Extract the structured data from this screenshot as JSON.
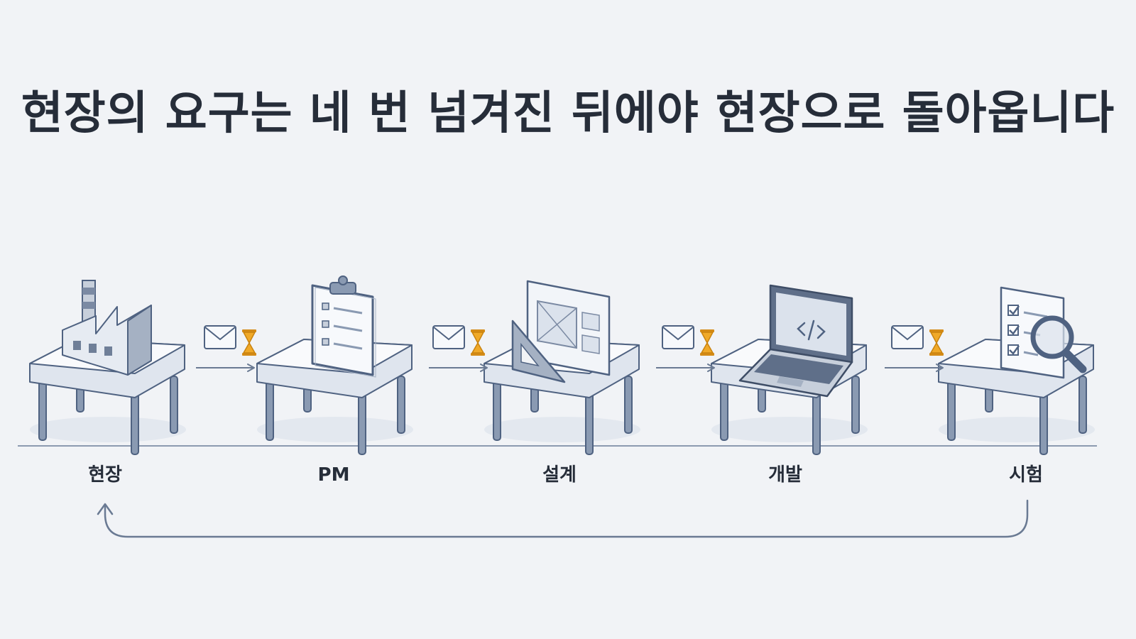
{
  "title": "현장의 요구는 네 번 넘겨진 뒤에야 현장으로 돌아옵니다",
  "stages": [
    {
      "label": "현장",
      "icon": "factory-icon"
    },
    {
      "label": "PM",
      "icon": "clipboard-icon"
    },
    {
      "label": "설계",
      "icon": "blueprint-icon"
    },
    {
      "label": "개발",
      "icon": "laptop-icon"
    },
    {
      "label": "시험",
      "icon": "checklist-magnifier-icon"
    }
  ],
  "handoff_icons": [
    "envelope-icon",
    "hourglass-icon"
  ],
  "colors": {
    "background": "#f1f3f6",
    "text": "#262d39",
    "outline": "#4f6281",
    "desk_top": "#f9fafc",
    "desk_side": "#dfe5ee",
    "leg": "#8a9ab2",
    "hourglass": "#f0a928",
    "line": "#7d8ca3"
  }
}
